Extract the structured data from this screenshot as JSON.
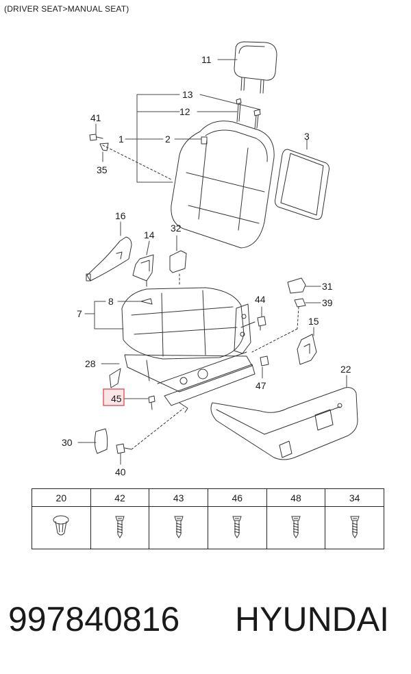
{
  "header": {
    "caption": "(DRIVER SEAT>MANUAL SEAT)"
  },
  "callouts": {
    "p11": "11",
    "p13": "13",
    "p12": "12",
    "p41": "41",
    "p1": "1",
    "p2": "2",
    "p3": "3",
    "p35": "35",
    "p16": "16",
    "p14": "14",
    "p32": "32",
    "p31": "31",
    "p44": "44",
    "p39": "39",
    "p8": "8",
    "p7": "7",
    "p15": "15",
    "p28": "28",
    "p22": "22",
    "p47": "47",
    "p45": "45",
    "p30": "30",
    "p40": "40"
  },
  "highlight": {
    "part": "45",
    "color": "#e0525a"
  },
  "hardware_table": {
    "headers": [
      "20",
      "42",
      "43",
      "46",
      "48",
      "34"
    ],
    "icons": [
      "clip-icon",
      "screw-icon",
      "screw-icon",
      "screw-icon",
      "screw-icon",
      "screw-icon"
    ]
  },
  "footer": {
    "part_number": "997840816",
    "brand": "HYUNDAI"
  }
}
